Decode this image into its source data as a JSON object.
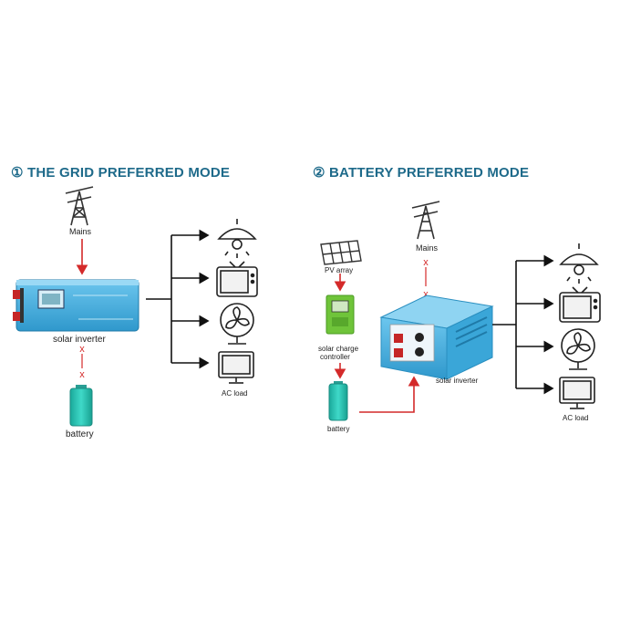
{
  "grid_mode": {
    "title": "① THE GRID PREFERRED MODE",
    "mains_label": "Mains",
    "inverter_label": "solar inverter",
    "battery_label": "battery",
    "load_label": "AC load"
  },
  "battery_mode": {
    "title": "② BATTERY PREFERRED MODE",
    "mains_label": "Mains",
    "pv_label": "PV array",
    "controller_label_line1": "solar charge",
    "controller_label_line2": "controller",
    "inverter_label": "solar inverter",
    "battery_label": "battery",
    "load_label": "AC load"
  },
  "colors": {
    "title": "#1e6a8a",
    "arrow_red": "#d42a2a",
    "line_black": "#111111",
    "inverter_blue": "#3aa6d8",
    "battery_teal": "#28c2b2",
    "controller_green": "#6fc43a"
  }
}
